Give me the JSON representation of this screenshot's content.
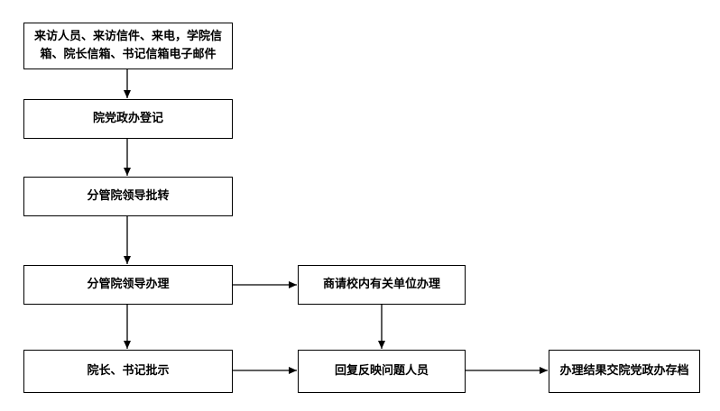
{
  "nodes": {
    "visitors": "来访人员、来访信件、来电，学院信箱、院长信箱、书记信箱电子邮件",
    "register": "院党政办登记",
    "leader_forward": "分管院领导批转",
    "leader_handle": "分管院领导办理",
    "consult_units": "商请校内有关单位办理",
    "dean_instruct": "院长、书记批示",
    "reply": "回复反映问题人员",
    "archive": "办理结果交院党政办存档"
  },
  "edges": [
    {
      "from": "visitors",
      "to": "register"
    },
    {
      "from": "register",
      "to": "leader_forward"
    },
    {
      "from": "leader_forward",
      "to": "leader_handle"
    },
    {
      "from": "leader_handle",
      "to": "consult_units"
    },
    {
      "from": "leader_handle",
      "to": "dean_instruct"
    },
    {
      "from": "consult_units",
      "to": "reply"
    },
    {
      "from": "dean_instruct",
      "to": "reply"
    },
    {
      "from": "reply",
      "to": "archive"
    }
  ]
}
